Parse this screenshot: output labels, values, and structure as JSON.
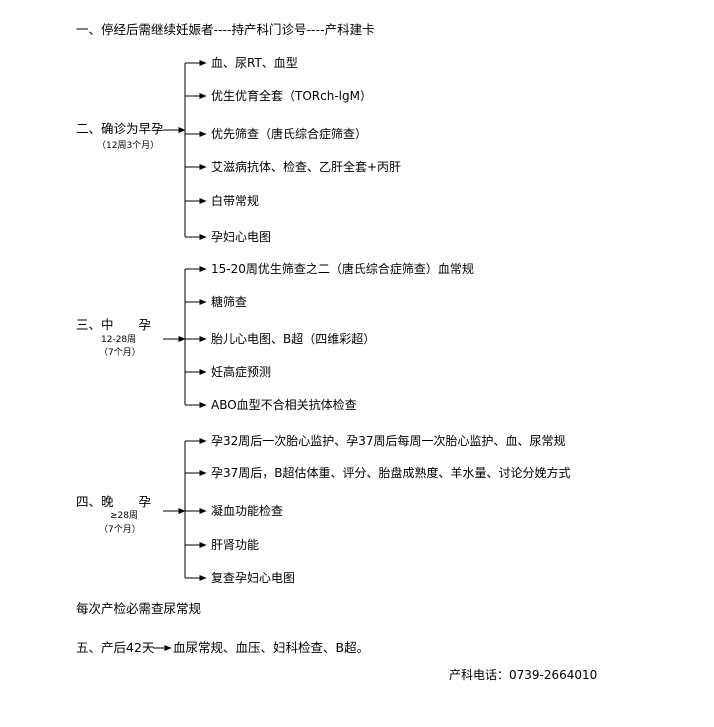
{
  "step1": "一、停经后需继续妊娠者----持产科门诊号----产科建卡",
  "early": {
    "title": "二、确诊为早孕",
    "sub": "（12周3个月）",
    "items": [
      "血、尿RT、血型",
      "优生优育全套（TORch-lgM）",
      "优先筛查（唐氏综合症筛查）",
      "艾滋病抗体、检查、乙肝全套+丙肝",
      "白带常规",
      "孕妇心电图"
    ]
  },
  "mid": {
    "title": "三、中　　孕",
    "sub1": "12-28周",
    "sub2": "（7个月）",
    "items": [
      "15-20周优生筛查之二（唐氏综合症筛查）血常规",
      "糖筛查",
      "胎儿心电图、B超（四维彩超）",
      "妊高症预测",
      "ABO血型不合相关抗体检查"
    ]
  },
  "late": {
    "title": "四、晚　　孕",
    "sub1": "≥28周",
    "sub2": "（7个月）",
    "items": [
      "孕32周后一次胎心监护、孕37周后每周一次胎心监护、血、尿常规",
      "孕37周后，B超估体重、评分、胎盘成熟度、羊水量、讨论分娩方式",
      "凝血功能检查",
      "肝肾功能",
      "复查孕妇心电图"
    ]
  },
  "note": "每次产检必需查尿常规",
  "postpartum": {
    "label": "五、产后42天",
    "text": "血尿常规、血压、妇科检查、B超。"
  },
  "phone": "产科电话：0739-2664010"
}
